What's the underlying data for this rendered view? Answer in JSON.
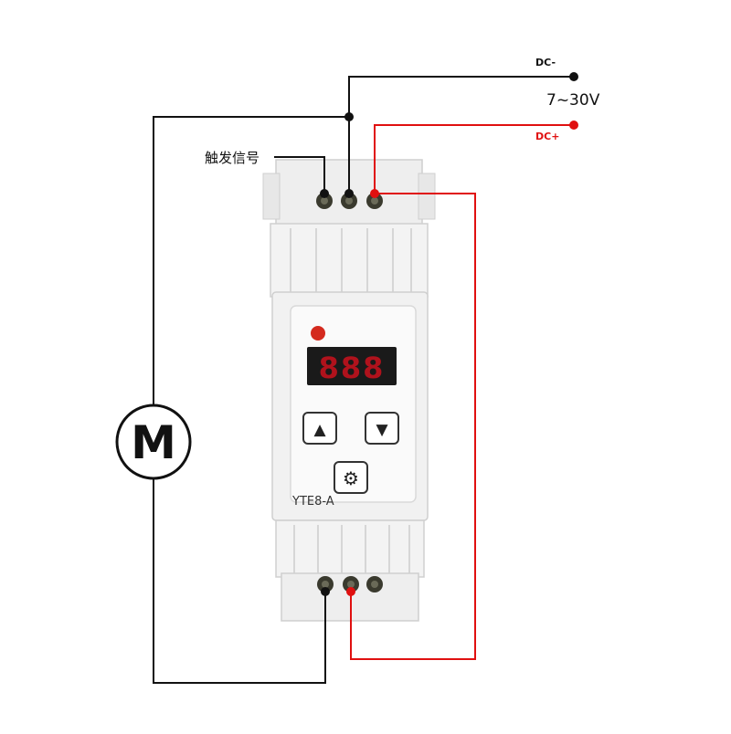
{
  "labels": {
    "dc_minus": "DC-",
    "voltage": "7~30V",
    "dc_plus": "DC+",
    "trigger_signal": "触发信号",
    "model": "YTE8-A",
    "motor_symbol": "M"
  },
  "display": {
    "digits": "888"
  },
  "buttons": {
    "up": "▲",
    "down": "▼",
    "set": "⚙"
  },
  "colors": {
    "positive_wire": "#e01010",
    "negative_wire": "#111111",
    "led": "#d42a1e",
    "display_bg": "#1a1a1a",
    "display_digits": "#b0121c",
    "housing": "#f1f1f1",
    "terminal": "#3a3a2e"
  }
}
